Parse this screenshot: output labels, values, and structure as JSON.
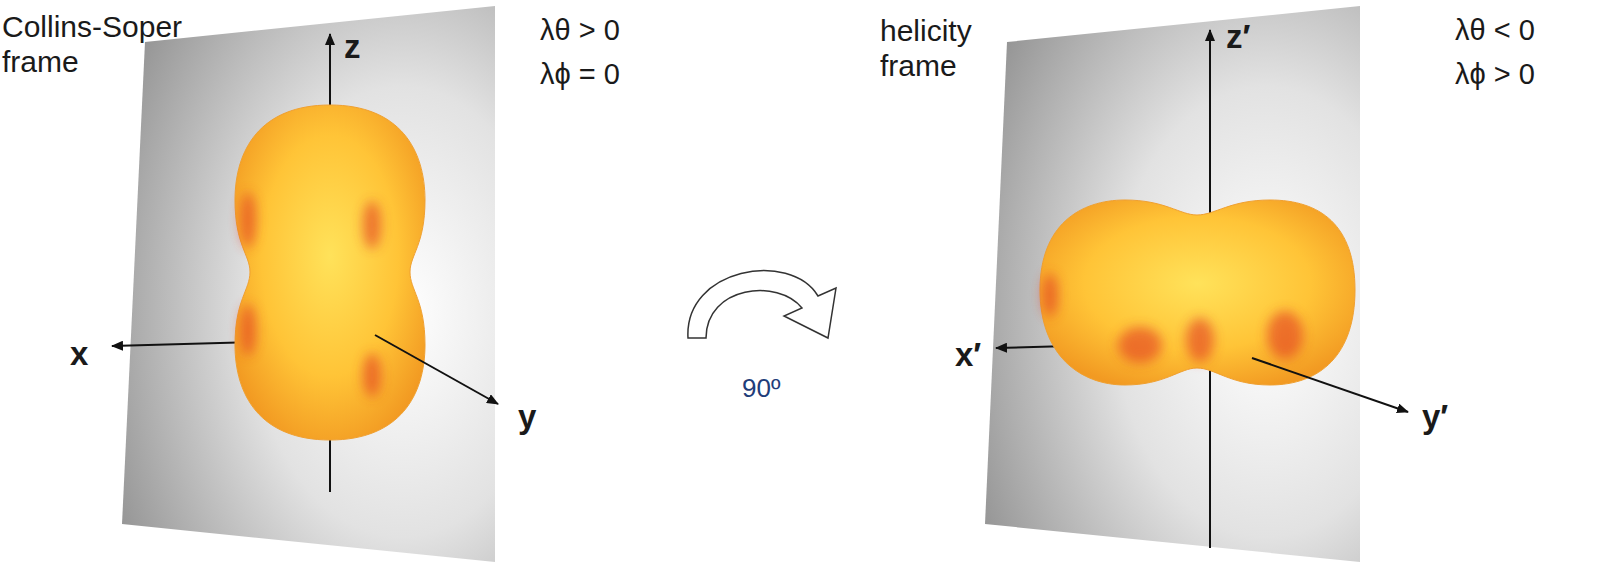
{
  "diagram": {
    "labels": [
      "Collins-Soper frame",
      "z",
      "λθ > 0",
      "λϕ = 0",
      "x",
      "y",
      "90º",
      "helicity frame",
      "z′",
      "λθ < 0",
      "λϕ > 0",
      "x′",
      "y′"
    ]
  }
}
